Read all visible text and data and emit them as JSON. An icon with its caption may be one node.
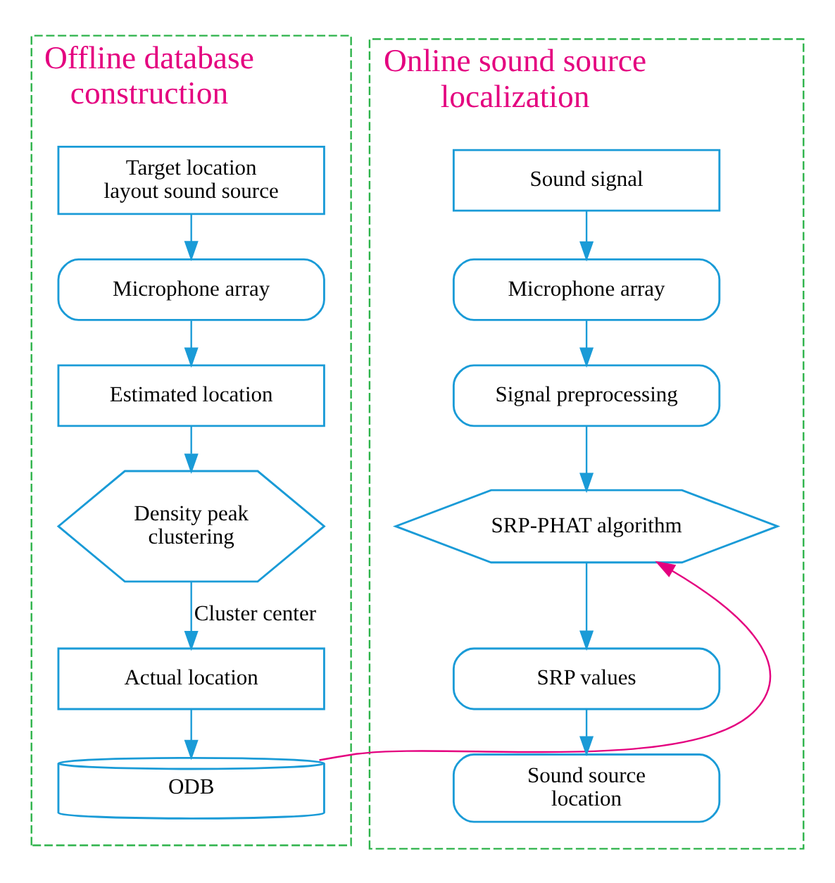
{
  "diagram": {
    "nodes": [
      {
        "text": [
          "Offline database construction"
        ]
      },
      {
        "text": [
          "Target location layout sound source"
        ],
        "in": 0
      },
      {
        "text": [
          "Microphone array"
        ],
        "in": 0
      },
      {
        "text": [
          "Estimated location"
        ],
        "in": 0
      },
      {
        "text": [
          "Density peak clustering"
        ],
        "in": 0
      },
      {
        "text": [
          "Actual location"
        ],
        "in": 0
      },
      {
        "text": [
          "ODB"
        ],
        "in": 0
      },
      {
        "text": [
          "Online sound source localization"
        ]
      },
      {
        "text": [
          "Sound signal"
        ],
        "in": 7
      },
      {
        "text": [
          "Microphone array"
        ],
        "in": 7
      },
      {
        "text": [
          "Signal preprocessing"
        ],
        "in": 7
      },
      {
        "text": [
          "SRP-PHAT algorithm"
        ],
        "in": 7
      },
      {
        "text": [
          "SRP values"
        ],
        "in": 7
      },
      {
        "text": [
          "Sound source location"
        ],
        "in": 7
      }
    ],
    "edges": [
      {
        "from": 1,
        "to": 2,
        "arrow": "to"
      },
      {
        "from": 2,
        "to": 3,
        "arrow": "to"
      },
      {
        "from": 3,
        "to": 4,
        "arrow": "to"
      },
      {
        "from": 4,
        "to": 5,
        "label": "Cluster center",
        "arrow": "to"
      },
      {
        "from": 5,
        "to": 6,
        "arrow": "to"
      },
      {
        "from": 6,
        "to": 11,
        "arrow": "to",
        "color": "#e4007f"
      },
      {
        "from": 8,
        "to": 9,
        "arrow": "to"
      },
      {
        "from": 9,
        "to": 10,
        "arrow": "to"
      },
      {
        "from": 10,
        "to": 11,
        "arrow": "to"
      },
      {
        "from": 11,
        "to": 12,
        "arrow": "to"
      },
      {
        "from": 12,
        "to": 13,
        "arrow": "to"
      }
    ]
  }
}
